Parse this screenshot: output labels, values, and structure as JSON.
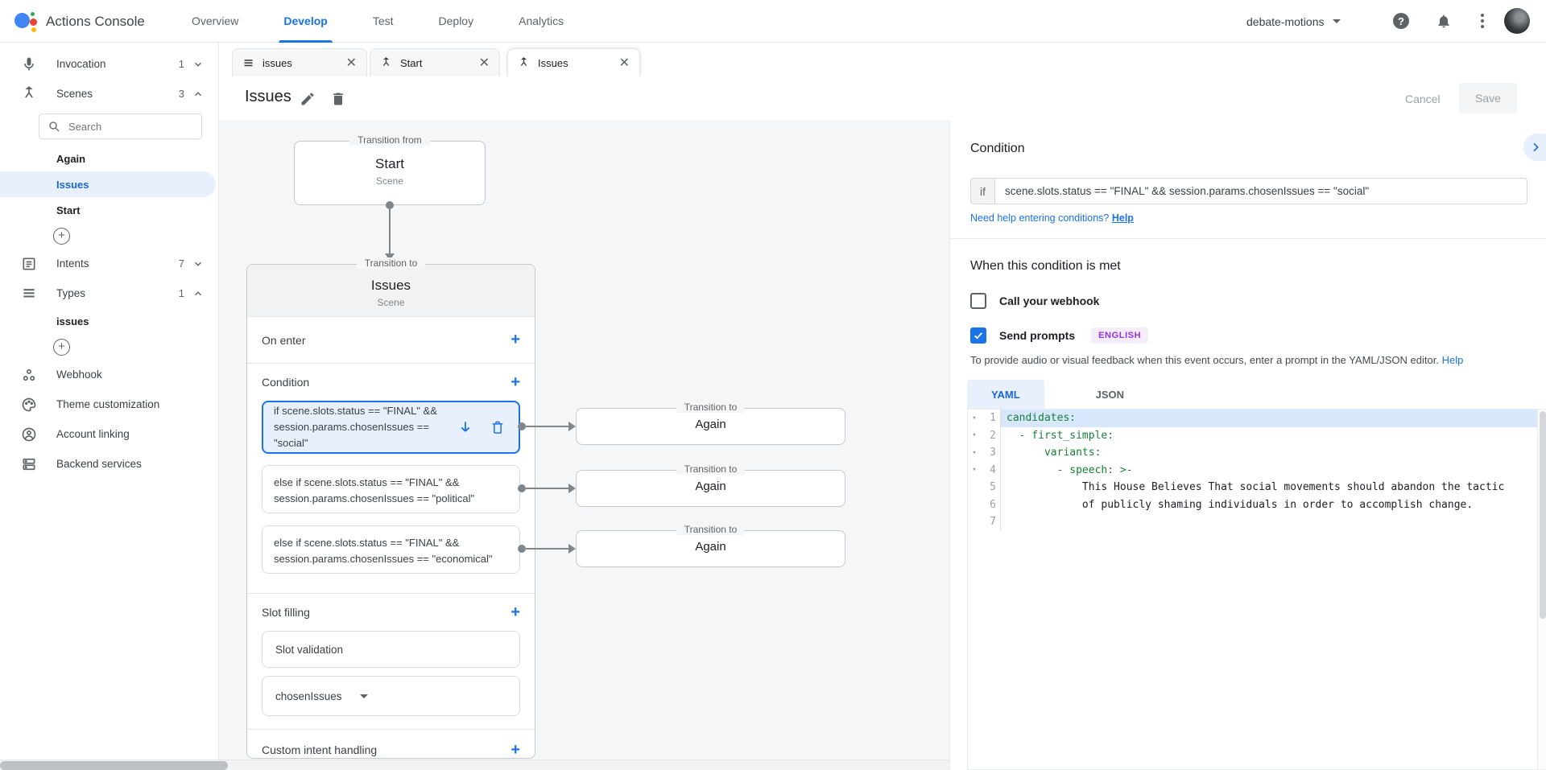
{
  "colors": {
    "accent": "#1a73e8",
    "selection": "#e8f0fe",
    "codekey": "#188038",
    "badge_text": "#9334e6",
    "badge_bg": "#f5ecfc",
    "canvas_bg": "#f5f6f7"
  },
  "topbar": {
    "title": "Actions Console",
    "nav": [
      {
        "label": "Overview"
      },
      {
        "label": "Develop"
      },
      {
        "label": "Test"
      },
      {
        "label": "Deploy"
      },
      {
        "label": "Analytics"
      }
    ],
    "project": "debate-motions"
  },
  "sidebar": {
    "search_placeholder": "Search",
    "invocation_label": "Invocation",
    "invocation_count": "1",
    "scenes_label": "Scenes",
    "scenes_count": "3",
    "scene_items": [
      "Again",
      "Issues",
      "Start"
    ],
    "intents_label": "Intents",
    "intents_count": "7",
    "types_label": "Types",
    "types_count": "1",
    "type_items": [
      "issues"
    ],
    "webhook_label": "Webhook",
    "theme_label": "Theme customization",
    "account_label": "Account linking",
    "backend_label": "Backend services"
  },
  "tabs": [
    {
      "label": "issues"
    },
    {
      "label": "Start"
    },
    {
      "label": "Issues"
    }
  ],
  "header": {
    "title": "Issues",
    "cancel_label": "Cancel",
    "save_label": "Save"
  },
  "diagram": {
    "transition_from_label": "Transition from",
    "transition_to_label": "Transition to",
    "start_scene": {
      "title": "Start",
      "subtitle": "Scene"
    },
    "issues_scene": {
      "title": "Issues",
      "subtitle": "Scene"
    },
    "on_enter_label": "On enter",
    "condition_label": "Condition",
    "conditions": [
      "if scene.slots.status == \"FINAL\" && session.params.chosenIssues == \"social\"",
      "else if scene.slots.status == \"FINAL\" && session.params.chosenIssues == \"political\"",
      "else if scene.slots.status == \"FINAL\" && session.params.chosenIssues == \"economical\""
    ],
    "slot_filling_label": "Slot filling",
    "slot_validation_label": "Slot validation",
    "slot_name": "chosenIssues",
    "custom_intent_label": "Custom intent handling",
    "again_targets": [
      "Again",
      "Again",
      "Again"
    ]
  },
  "condition_panel": {
    "title": "Condition",
    "if_label": "if",
    "if_value": "scene.slots.status == \"FINAL\" && session.params.chosenIssues == \"social\"",
    "help_prompt": "Need help entering conditions?",
    "help_link_label": "Help",
    "when_title": "When this condition is met",
    "webhook_checkbox_label": "Call your webhook",
    "send_prompts_label": "Send prompts",
    "language_badge": "ENGLISH",
    "prompts_description": "To provide audio or visual feedback when this event occurs, enter a prompt in the YAML/JSON editor.",
    "description_help_label": "Help",
    "yaml_tab_label": "YAML",
    "json_tab_label": "JSON",
    "editor_lines": [
      {
        "num": "1",
        "text": "candidates:"
      },
      {
        "num": "2",
        "text": "  - first_simple:"
      },
      {
        "num": "3",
        "text": "      variants:"
      },
      {
        "num": "4",
        "text": "        - speech: >-"
      },
      {
        "num": "5",
        "text": "            This House Believes That social movements should abandon the tactic"
      },
      {
        "num": "6",
        "text": "            of publicly shaming individuals in order to accomplish change."
      },
      {
        "num": "7",
        "text": ""
      }
    ]
  }
}
